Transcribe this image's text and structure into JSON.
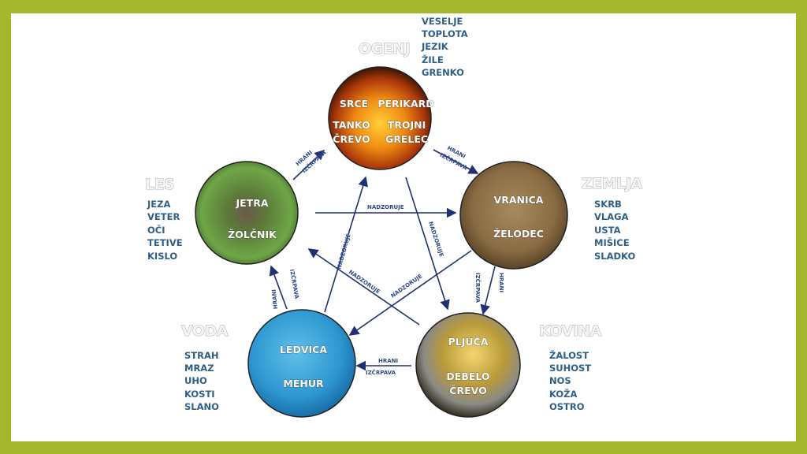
{
  "elements": {
    "fire": {
      "name": "OGENJ",
      "organs": [
        "SRCE",
        "PERIKARD",
        "TANKO",
        "ČREVO",
        "TROJNI",
        "GRELEC"
      ],
      "attributes": [
        "VESELJE",
        "TOPLOTA",
        "JEZIK",
        "ŽILE",
        "GRENKO"
      ]
    },
    "wood": {
      "name": "LES",
      "organs": [
        "JETRA",
        "ŽOLČNIK"
      ],
      "attributes": [
        "JEZA",
        "VETER",
        "OČI",
        "TETIVE",
        "KISLO"
      ]
    },
    "earth": {
      "name": "ZEMLJA",
      "organs": [
        "VRANICA",
        "ŽELODEC"
      ],
      "attributes": [
        "SKRB",
        "VLAGA",
        "USTA",
        "MIŠICE",
        "SLADKO"
      ]
    },
    "water": {
      "name": "VODA",
      "organs": [
        "LEDVICA",
        "MEHUR"
      ],
      "attributes": [
        "STRAH",
        "MRAZ",
        "UHO",
        "KOSTI",
        "SLANO"
      ]
    },
    "metal": {
      "name": "KOVINA",
      "organs": [
        "PLJUČA",
        "DEBELO",
        "ČREVO"
      ],
      "attributes": [
        "ŽALOST",
        "SUHOST",
        "NOS",
        "KOŽA",
        "OSTRO"
      ]
    }
  },
  "arrows": {
    "feeds": "HRANI",
    "drains": "IZČRPAVA",
    "controls": "NADZORUJE"
  },
  "colors": {
    "frame": "#a4b62b",
    "list_text": "#2e5f86",
    "arrow": "#1f3170",
    "feed_arrow": "#3a9a2a",
    "drain_arrow": "#c8282a"
  }
}
